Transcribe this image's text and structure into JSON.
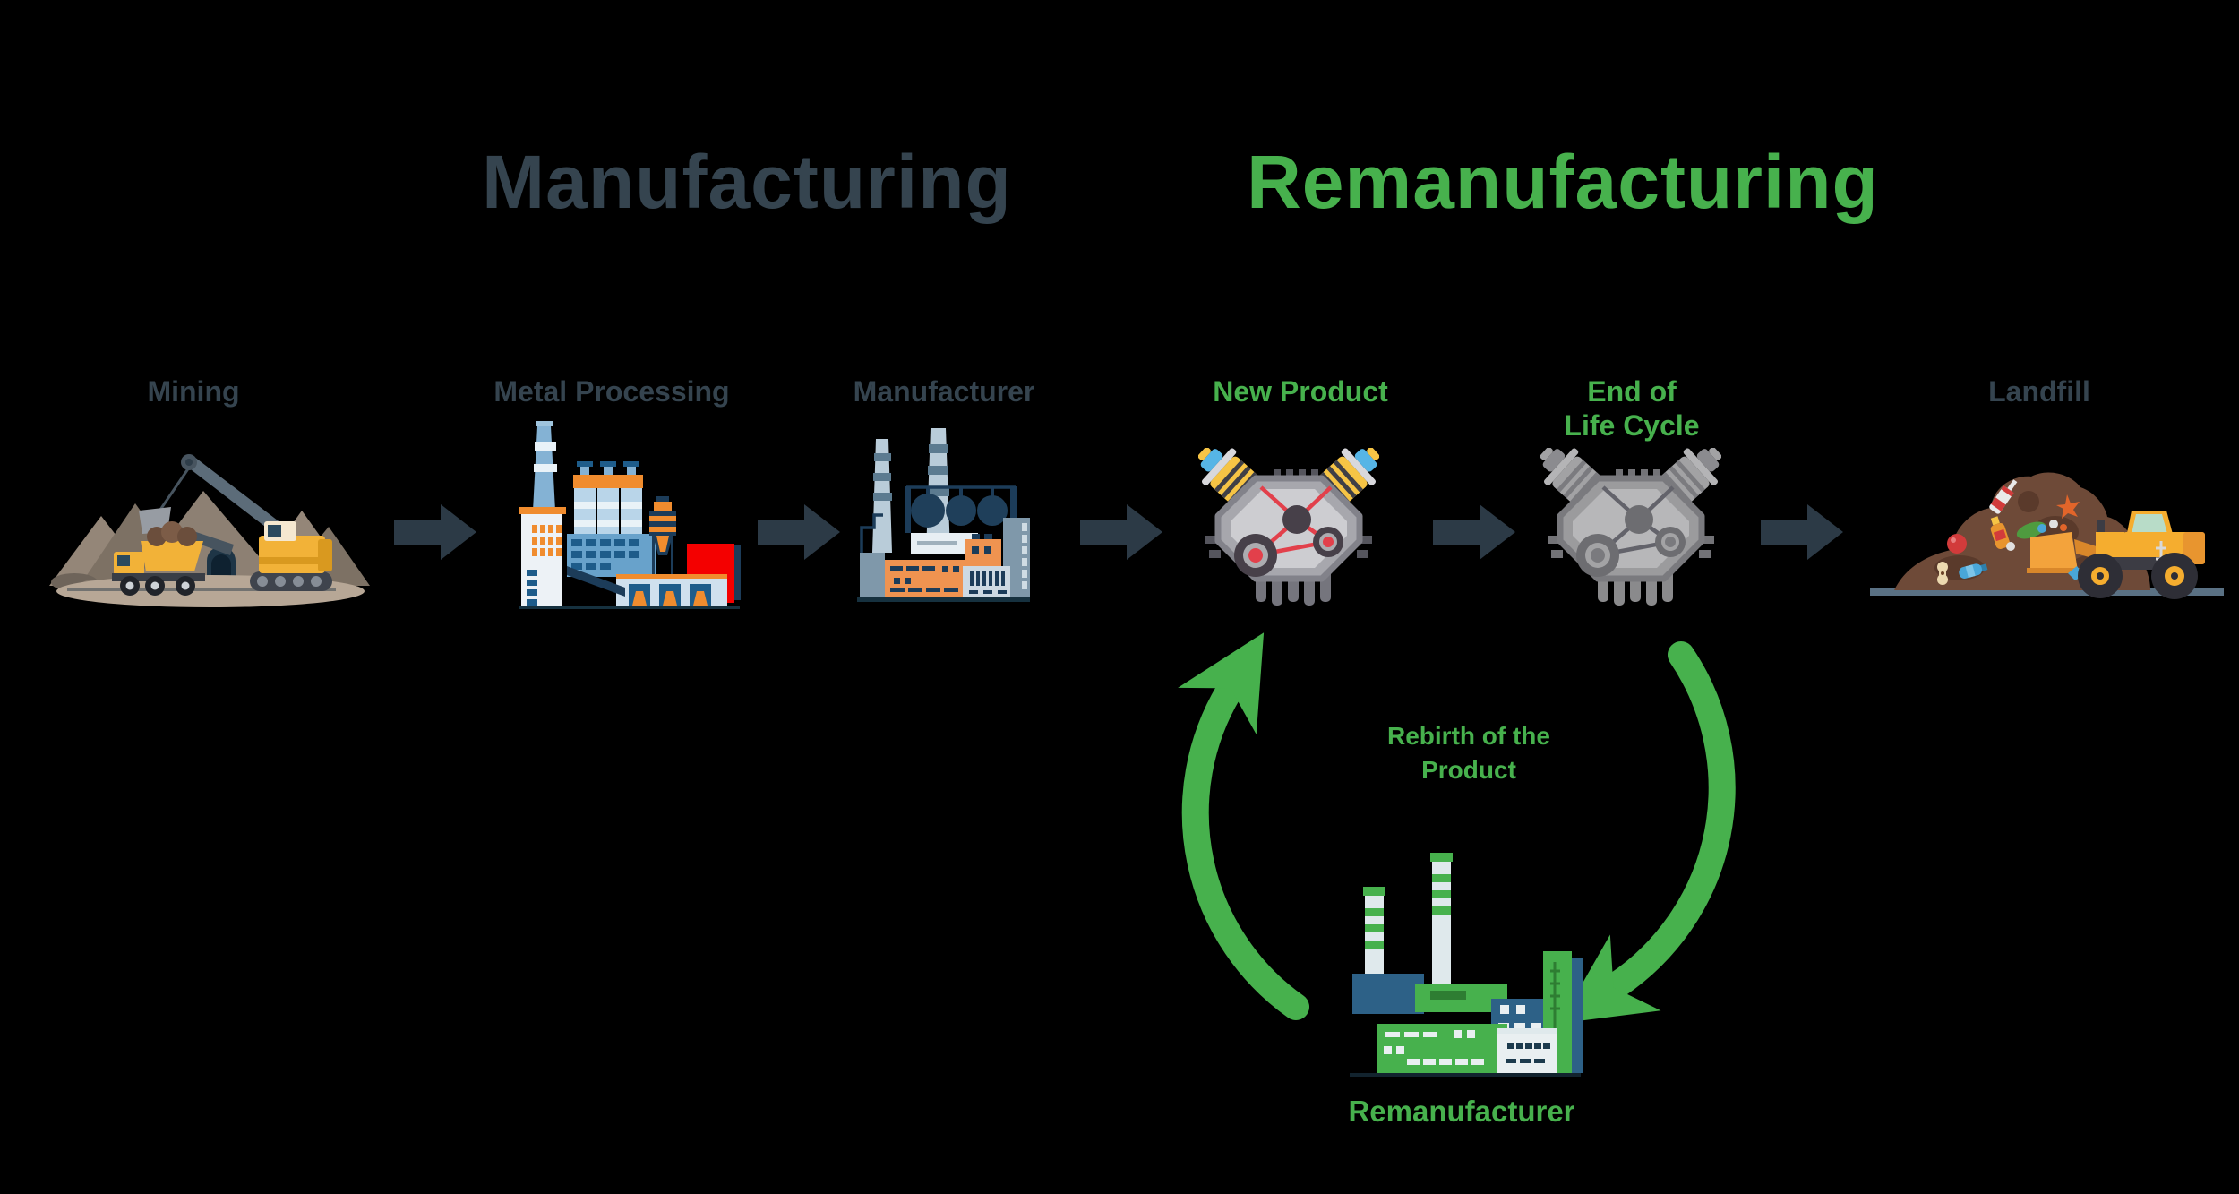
{
  "background": "#000000",
  "colors": {
    "dark-text": "#35444f",
    "green": "#47b14d",
    "flow-arrow": "#2c3a46",
    "red-accent": "#f40000"
  },
  "header": {
    "manufacturing_title": "Manufacturing",
    "remanufacturing_title": "Remanufacturing"
  },
  "stages": [
    {
      "id": "mining",
      "label": "Mining",
      "icon": "mining-scene-icon"
    },
    {
      "id": "metal-processing",
      "label": "Metal Processing",
      "icon": "metal-processing-plant-icon"
    },
    {
      "id": "manufacturer",
      "label": "Manufacturer",
      "icon": "manufacturer-factory-icon"
    },
    {
      "id": "new-product",
      "label": "New Product",
      "icon": "new-product-engine-icon"
    },
    {
      "id": "end-of-life",
      "label": "End of",
      "label2": "Life Cycle",
      "icon": "end-of-life-engine-icon"
    },
    {
      "id": "landfill",
      "label": "Landfill",
      "icon": "landfill-scene-icon"
    }
  ],
  "flow": {
    "arrow_icon": "arrow-right-icon",
    "arrow_count": 5
  },
  "cycle": {
    "caption_line1": "Rebirth of the",
    "caption_line2": "Product",
    "station_label": "Remanufacturer",
    "icon": "recycle-loop-arrows-icon"
  }
}
